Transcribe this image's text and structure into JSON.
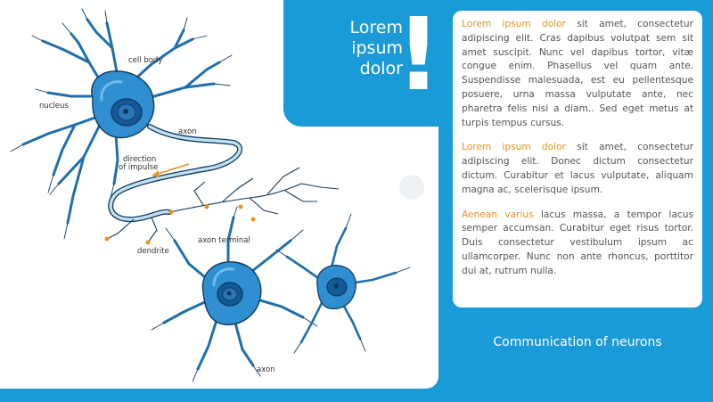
{
  "title": {
    "text": "Lorem\nipsum\ndolor",
    "mark": "!"
  },
  "diagram": {
    "labels": {
      "cell_body": "cell body",
      "nucleus": "nucleus",
      "axon_top": "axon",
      "direction_1": "direction",
      "direction_2": "of impulse",
      "axon_terminal": "axon terminal",
      "dendrite": "dendrite",
      "axon_bottom": "axon"
    },
    "colors": {
      "cell_fill": "#2f8fd0",
      "cell_dark": "#135a96",
      "cell_light": "#6cbbe8",
      "outline": "#143a5c",
      "arrow": "#e8931c"
    }
  },
  "paragraphs": [
    {
      "highlight": "Lorem ipsum dolor",
      "text": " sit amet, consectetur adipiscing elit. Cras dapibus volutpat sem sit amet suscipit. Nunc vel dapibus tortor, vitæ congue enim. Phasellus vel quam ante. Suspendisse malesuada, est eu pellentesque posuere, urna massa vulputate ante, nec pharetra felis nisi a diam.. Sed eget metus at turpis tempus cursus."
    },
    {
      "highlight": "Lorem ipsum dolor",
      "text": " sit amet, consectetur adipiscing elit. Donec dictum consectetur dictum. Curabitur et lacus vulputate, aliquam magna ac, scelerisque ipsum."
    },
    {
      "highlight": "Aenean varius",
      "text": " lacus massa, a tempor lacus semper accumsan. Curabitur eget risus tortor. Duis consectetur vestibulum ipsum ac ullamcorper. Nunc non ante rhoncus, porttitor dui at, rutrum nulla."
    }
  ],
  "footer": "Communication of neurons",
  "colors": {
    "background": "#1a9ad6",
    "highlight": "#e8931c",
    "body_text": "#555555"
  }
}
